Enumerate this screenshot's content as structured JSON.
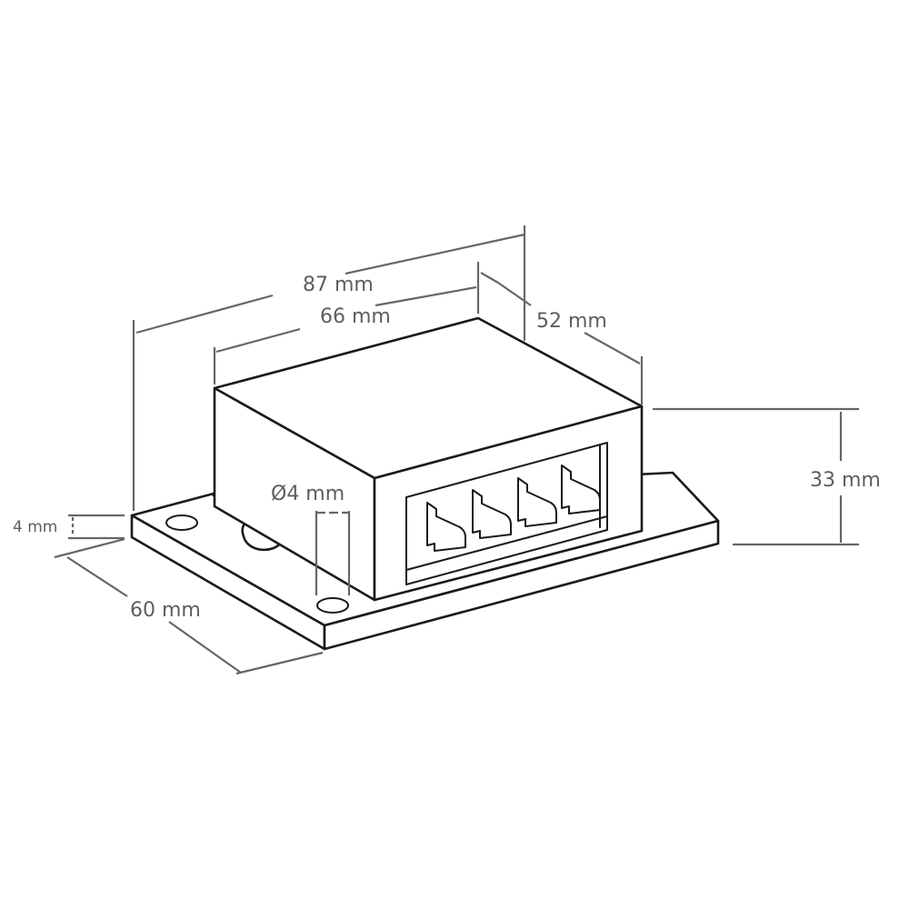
{
  "diagram": {
    "subject": "Rectangular module with base plate and 4-pin terminal block",
    "dimensions": {
      "overall_length": "87 mm",
      "housing_length": "66 mm",
      "housing_depth": "52 mm",
      "overall_height": "33 mm",
      "plate_thickness": "4 mm",
      "plate_width": "60 mm",
      "hole_diameter": "Ø4 mm"
    },
    "terminals": {
      "count": 4
    },
    "colors": {
      "object_line": "#1a1a1a",
      "dimension_line": "#666666",
      "label": "#5e5e5e",
      "background": "#ffffff"
    }
  }
}
